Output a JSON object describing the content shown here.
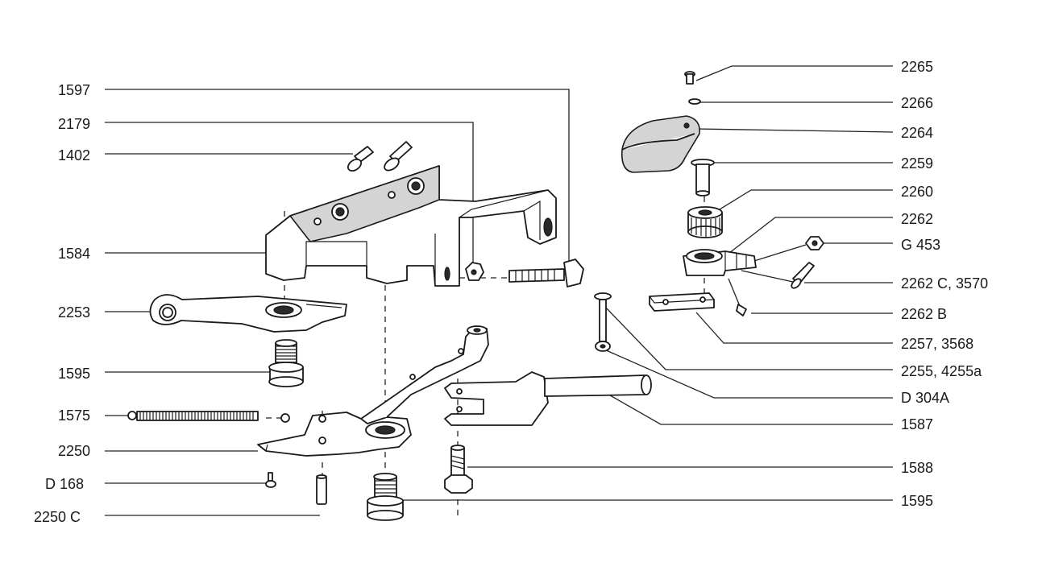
{
  "labels": {
    "l1597": "1597",
    "l2179": "2179",
    "l1402": "1402",
    "l1584": "1584",
    "l2253": "2253",
    "l1595a": "1595",
    "l1575": "1575",
    "l2250": "2250",
    "lD168": "D 168",
    "l2250C": "2250 C",
    "l2265": "2265",
    "l2266": "2266",
    "l2264": "2264",
    "l2259": "2259",
    "l2260": "2260",
    "l2262": "2262",
    "lG453": "G 453",
    "l2262C": "2262 C, 3570",
    "l2262B": "2262 B",
    "l2257": "2257, 3568",
    "l2255": "2255, 4255a",
    "lD304A": "D 304A",
    "l1587": "1587",
    "l1588": "1588",
    "l1595b": "1595"
  }
}
